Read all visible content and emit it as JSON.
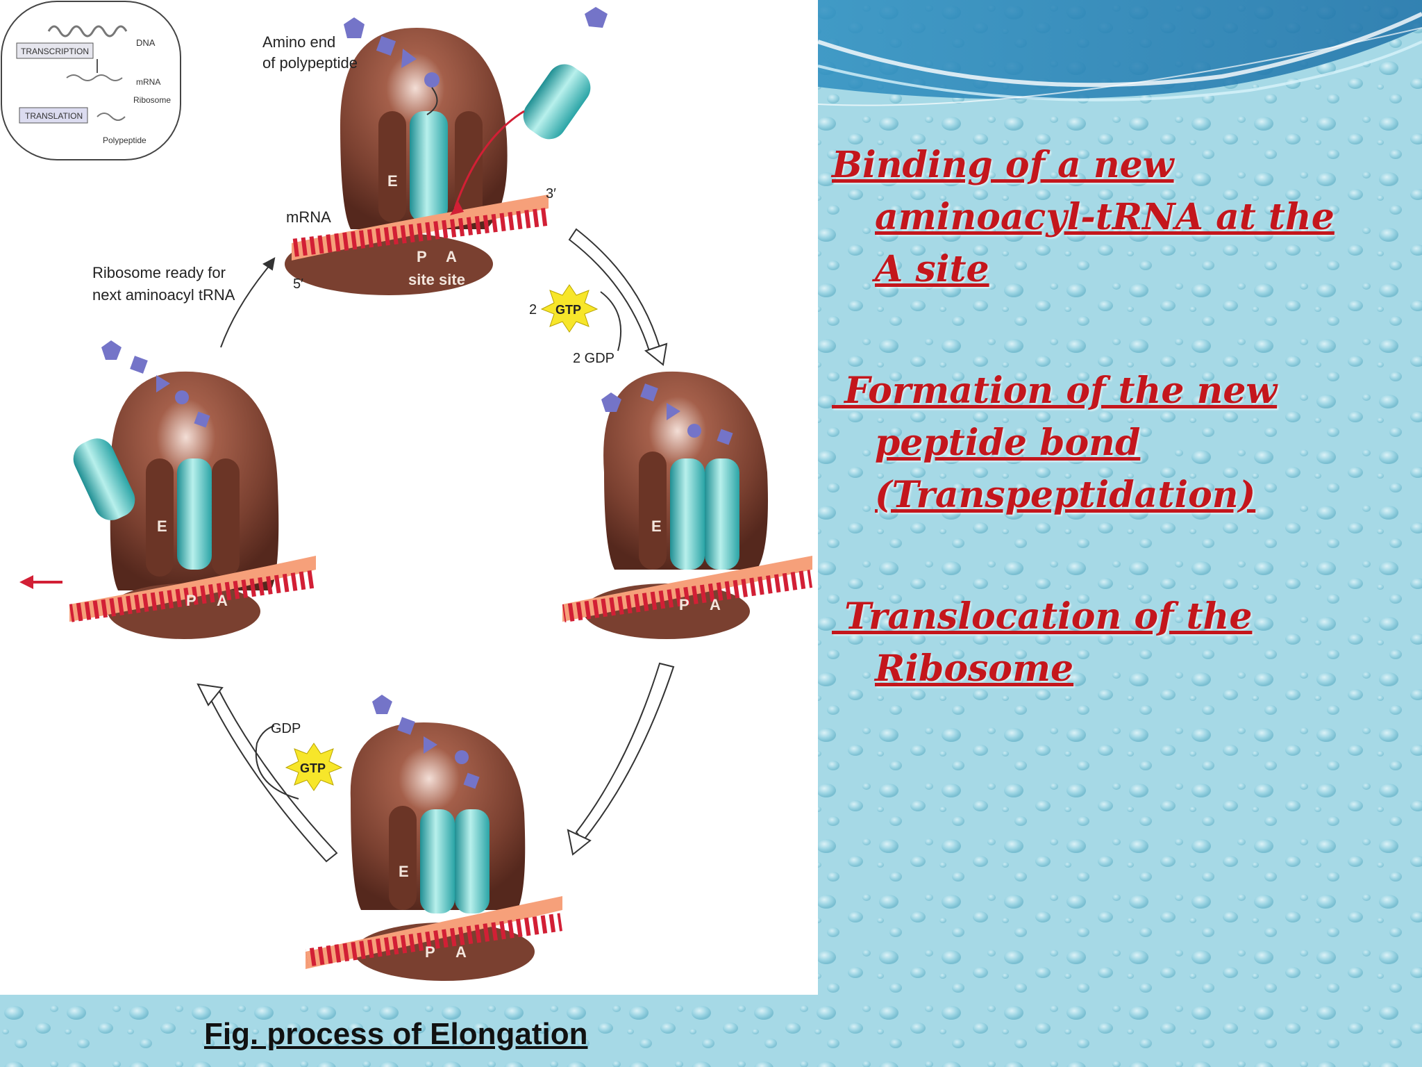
{
  "colors": {
    "background": "#a9dbe8",
    "ribosome": "#7a4030",
    "trna": "#35b6b4",
    "mrna": "#d21f35",
    "bullet_text": "#c4161c",
    "gtp": "#f7e62a"
  },
  "inset": {
    "dna": "DNA",
    "transcription": "TRANSCRIPTION",
    "mrna": "mRNA",
    "ribosome": "Ribosome",
    "translation": "TRANSLATION",
    "polypeptide": "Polypeptide"
  },
  "diagram": {
    "amino_end_1": "Amino end",
    "amino_end_2": "of polypeptide",
    "mrna": "mRNA",
    "three_prime": "3′",
    "five_prime": "5′",
    "ready_1": "Ribosome ready for",
    "ready_2": "next aminoacyl tRNA",
    "p_site_1": "P",
    "a_site_1": "A",
    "site_site": "site site",
    "e": "E",
    "p": "P",
    "a": "A",
    "two": "2",
    "gtp": "GTP",
    "two_gdp": "2 GDP",
    "gdp": "GDP"
  },
  "bullets": [
    {
      "lines": [
        "Binding of a new",
        "aminoacyl-tRNA at the",
        "A site"
      ]
    },
    {
      "lines": [
        " Formation of the new",
        "peptide bond",
        "(Transpeptidation)"
      ]
    },
    {
      "lines": [
        " Translocation of the",
        "Ribosome"
      ]
    }
  ],
  "caption": "Fig. process of Elongation"
}
